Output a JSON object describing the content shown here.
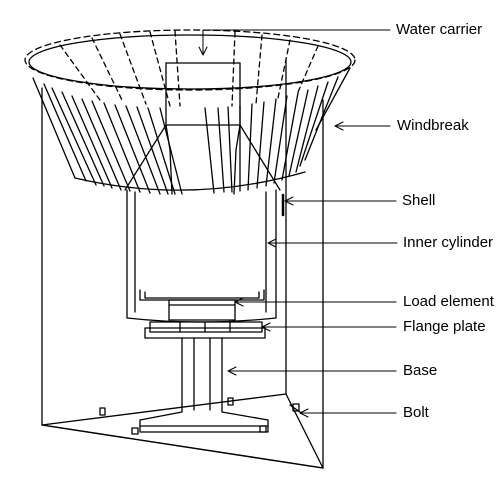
{
  "diagram": {
    "labels": {
      "water_carrier": "Water carrier",
      "windbreak": "Windbreak",
      "shell": "Shell",
      "inner_cylinder": "Inner cylinder",
      "load_element": "Load element",
      "flange_plate": "Flange plate",
      "base": "Base",
      "bolt": "Bolt"
    },
    "colors": {
      "stroke": "#000000",
      "background": "#ffffff"
    }
  }
}
